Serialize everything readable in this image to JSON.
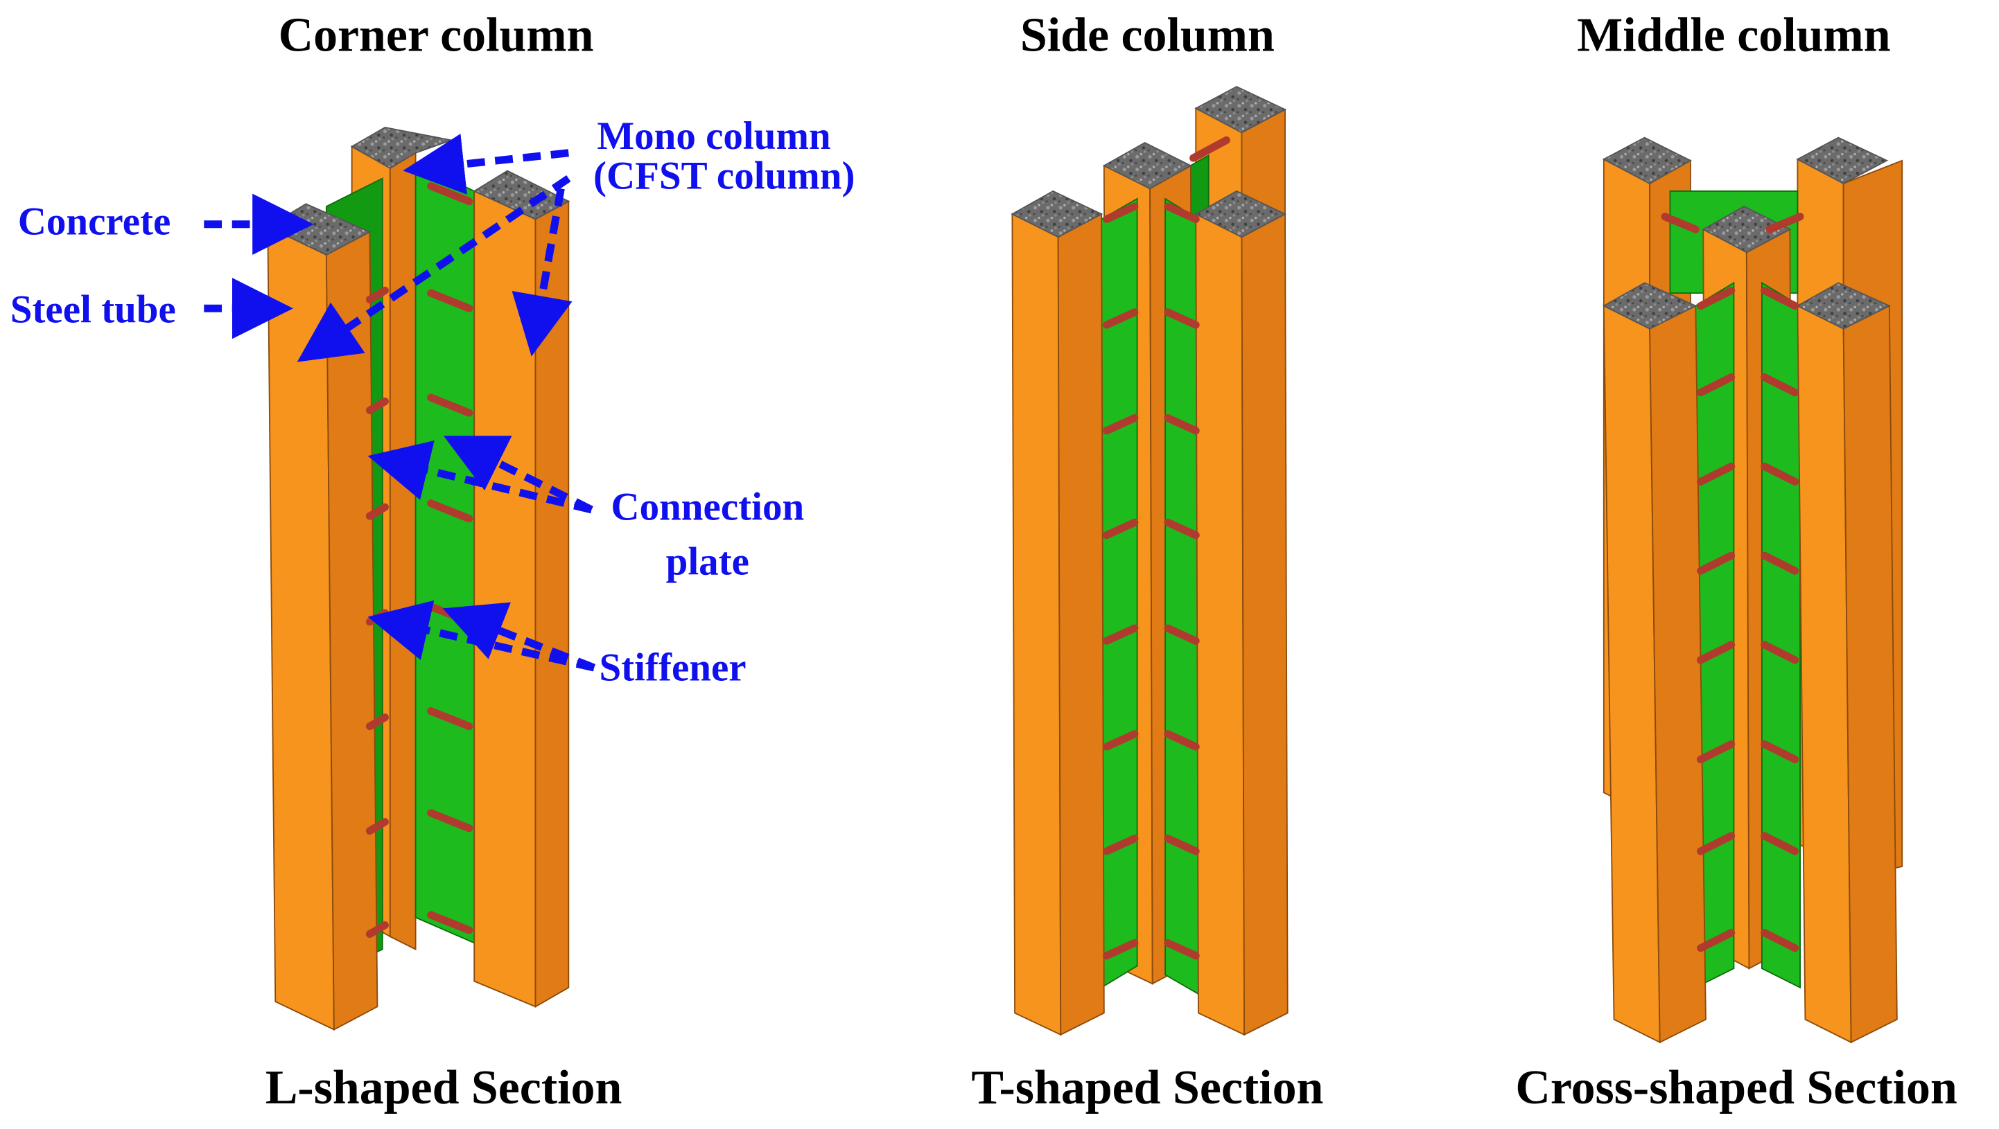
{
  "colors": {
    "steel_front": "#f7941d",
    "steel_side": "#e07b16",
    "steel_edge": "#8a4a0c",
    "plate": "#1dbb1d",
    "plate_dark": "#139a13",
    "stiffener": "#b03a2e",
    "concrete": "#6b6b6b",
    "annotation": "#1010ee"
  },
  "panels": {
    "corner": {
      "title": "Corner column",
      "caption": "L-shaped Section"
    },
    "side": {
      "title": "Side column",
      "caption": "T-shaped Section"
    },
    "middle": {
      "title": "Middle column",
      "caption": "Cross-shaped Section"
    }
  },
  "annotations": {
    "concrete": "Concrete",
    "steel_tube": "Steel tube",
    "mono_column_line1": "Mono column",
    "mono_column_line2": "(CFST column)",
    "connection_plate_line1": "Connection",
    "connection_plate_line2": "plate",
    "stiffener": "Stiffener"
  }
}
